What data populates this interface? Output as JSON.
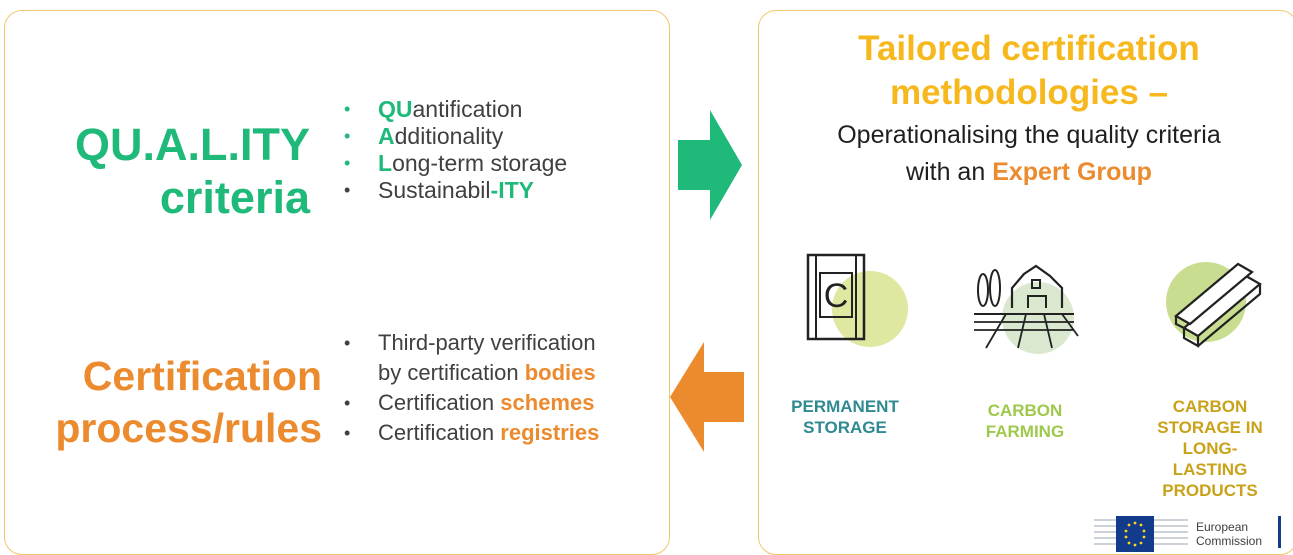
{
  "quality": {
    "title_line1": "QU.A.L.ITY",
    "title_line2": "criteria",
    "items": [
      {
        "hl": "QU",
        "rest": "antification"
      },
      {
        "hl": "A",
        "rest": "dditionality"
      },
      {
        "hl": "L",
        "rest": "ong-term storage"
      },
      {
        "pre": "Sustainabil",
        "hl": "-ITY"
      }
    ]
  },
  "certification": {
    "title_line1": "Certification",
    "title_line2": "process/rules",
    "items": [
      {
        "line1": "Third-party verification",
        "line2_pre": "by certification ",
        "line2_hl": "bodies"
      },
      {
        "pre": "Certification ",
        "hl": "schemes"
      },
      {
        "pre": "Certification ",
        "hl": "registries"
      }
    ]
  },
  "methodologies": {
    "title_line1": "Tailored certification",
    "title_line2": "methodologies –",
    "sub_line1": "Operationalising the quality criteria",
    "sub_line2_pre": "with an ",
    "sub_line2_hl": "Expert Group"
  },
  "categories": [
    {
      "label_lines": [
        "PERMANENT",
        "STORAGE"
      ],
      "icon": "storage-icon"
    },
    {
      "label_lines": [
        "CARBON",
        "FARMING"
      ],
      "icon": "farm-icon"
    },
    {
      "label_lines": [
        "CARBON",
        "STORAGE IN",
        "LONG-",
        "LASTING",
        "PRODUCTS"
      ],
      "icon": "timber-icon"
    }
  ],
  "logo": {
    "line1": "European",
    "line2": "Commission"
  },
  "colors": {
    "green": "#1fb97a",
    "orange": "#ec8a2e",
    "yellow": "#f7b81d",
    "teal": "#2f8a92",
    "lime": "#9ec94d",
    "gold": "#c9a21a",
    "border": "#f2c66a"
  }
}
